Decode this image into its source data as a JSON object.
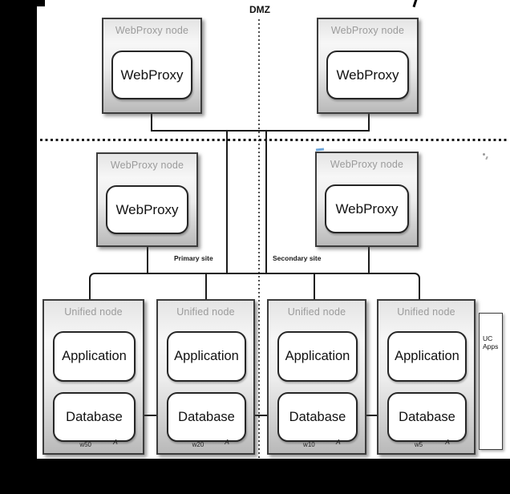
{
  "labels": {
    "dmz": "DMZ",
    "primary_site": "Primary site",
    "secondary_site": "Secondary site"
  },
  "webproxy_nodes": [
    {
      "title": "WebProxy node",
      "component": "WebProxy"
    },
    {
      "title": "WebProxy node",
      "component": "WebProxy"
    },
    {
      "title": "WebProxy node",
      "component": "WebProxy"
    },
    {
      "title": "WebProxy node",
      "component": "WebProxy"
    }
  ],
  "unified_nodes": [
    {
      "title": "Unified node",
      "application": "Application",
      "database": "Database",
      "weight": "w50",
      "marker": "A"
    },
    {
      "title": "Unified node",
      "application": "Application",
      "database": "Database",
      "weight": "w20",
      "marker": "A"
    },
    {
      "title": "Unified node",
      "application": "Application",
      "database": "Database",
      "weight": "w10",
      "marker": "A"
    },
    {
      "title": "Unified node",
      "application": "Application",
      "database": "Database",
      "weight": "w5",
      "marker": "A"
    }
  ],
  "uc_apps": {
    "line1": "UC",
    "line2": "Apps"
  },
  "colors": {
    "stray_tick_blue": "#6fa8dc",
    "line_black": "#1c1c1c"
  }
}
